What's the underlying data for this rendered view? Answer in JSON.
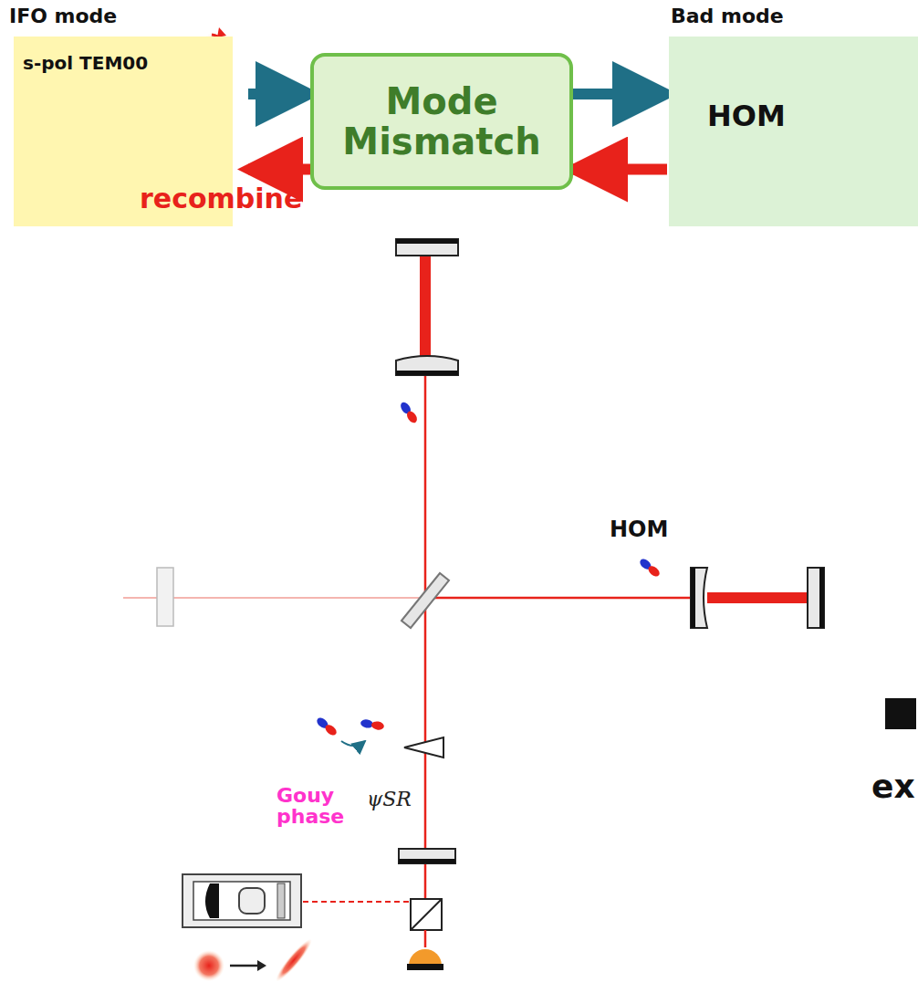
{
  "diagram": {
    "nodes": [
      {
        "text": [
          "IFO mode",
          "s-pol TEM00"
        ]
      },
      {
        "text": [
          "Mode Mismatch"
        ]
      },
      {
        "text": [
          "Bad mode",
          "HOM"
        ]
      }
    ],
    "edges": [
      {
        "from": 0,
        "to": 1,
        "arrow": "to"
      },
      {
        "from": 1,
        "to": 2,
        "arrow": "to"
      },
      {
        "from": 2,
        "to": 1,
        "arrow": "to"
      },
      {
        "from": 1,
        "to": 0,
        "arrow": "to"
      }
    ],
    "labels": [
      "recombine",
      "HOM",
      "Gouy phase",
      "ψSR",
      "ex"
    ]
  }
}
